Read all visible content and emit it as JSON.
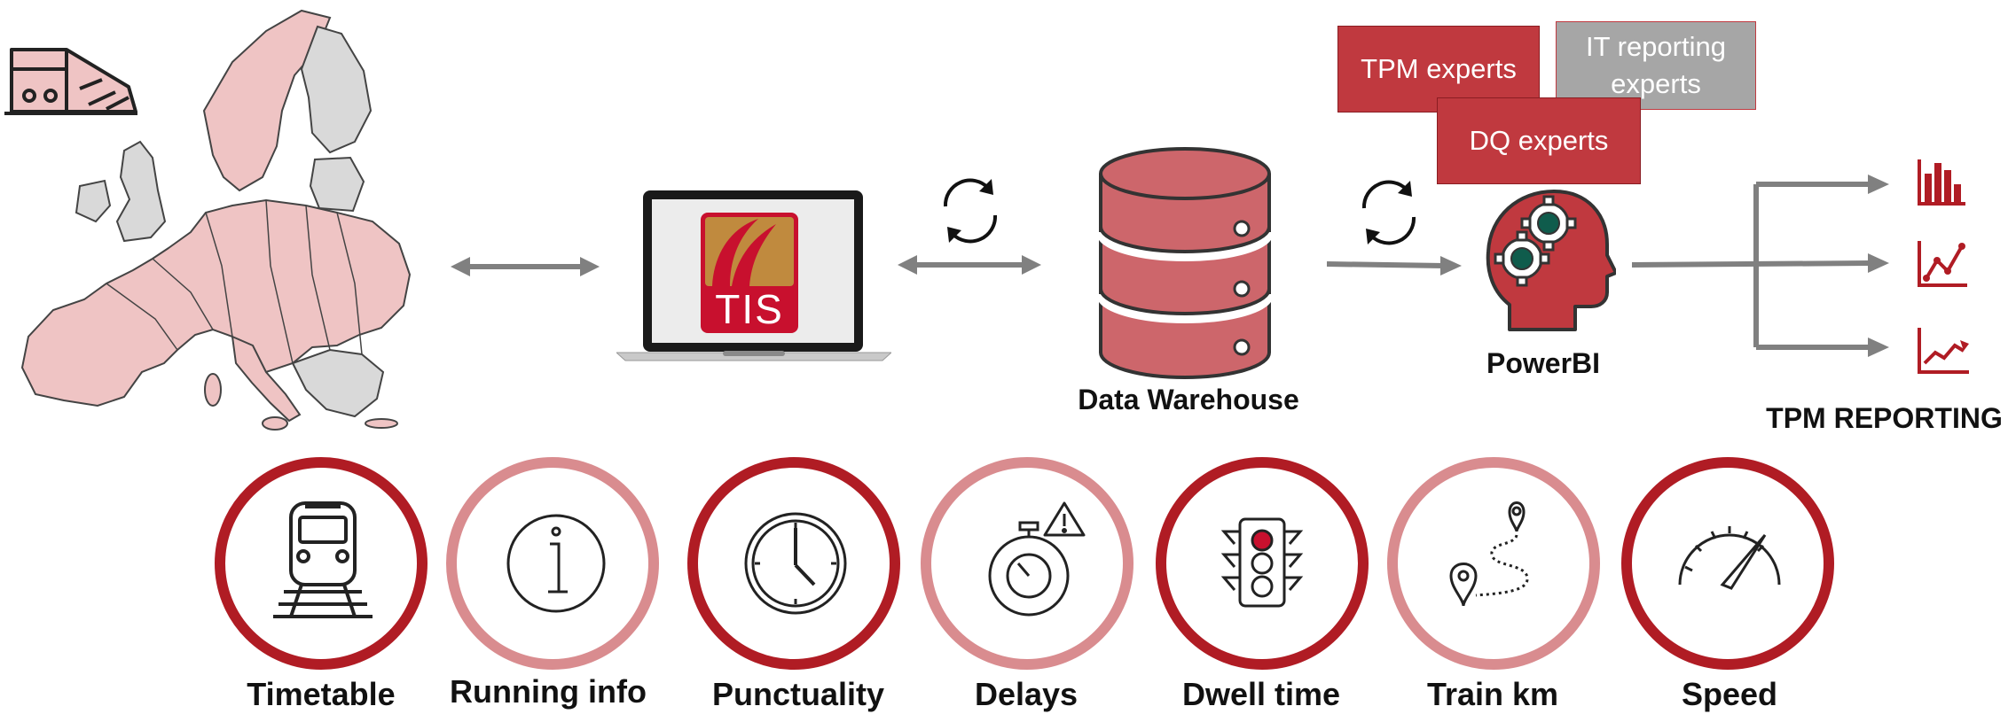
{
  "colors": {
    "accent_red": "#c0392b",
    "dark_red": "#b01c24",
    "light_red": "#d98c8f",
    "grey": "#a6a6a6",
    "map_fill": "#efc4c4"
  },
  "diagram": {
    "tis_logo_text": "TIS",
    "data_warehouse_label": "Data Warehouse",
    "powerbi_label": "PowerBI",
    "tpm_reporting_label": "TPM REPORTING",
    "experts": {
      "tpm": "TPM experts",
      "it_reporting": "IT reporting experts",
      "dq": "DQ experts"
    }
  },
  "kpis": [
    {
      "label": "Timetable",
      "icon": "train-icon",
      "ring": "dark"
    },
    {
      "label": "Running info",
      "icon": "info-icon",
      "ring": "light"
    },
    {
      "label": "Punctuality",
      "icon": "clock-icon",
      "ring": "dark"
    },
    {
      "label": "Delays",
      "icon": "stopwatch-warning-icon",
      "ring": "light"
    },
    {
      "label": "Dwell time",
      "icon": "traffic-light-icon",
      "ring": "dark"
    },
    {
      "label": "Train km",
      "icon": "route-pins-icon",
      "ring": "light"
    },
    {
      "label": "Speed",
      "icon": "speedometer-icon",
      "ring": "dark"
    }
  ]
}
